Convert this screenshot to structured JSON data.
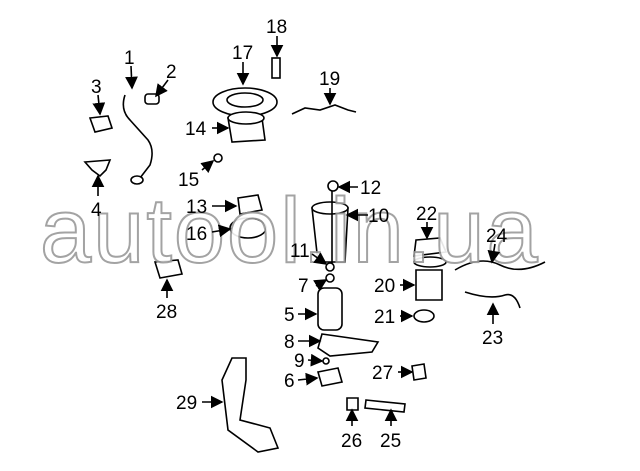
{
  "diagram": {
    "watermark": "autool.in.ua",
    "labels": {
      "n1": "1",
      "n2": "2",
      "n3": "3",
      "n4": "4",
      "n5": "5",
      "n6": "6",
      "n7": "7",
      "n8": "8",
      "n9": "9",
      "n10": "10",
      "n11": "11",
      "n12": "12",
      "n13": "13",
      "n14": "14",
      "n15": "15",
      "n16": "16",
      "n17": "17",
      "n18": "18",
      "n19": "19",
      "n20": "20",
      "n21": "21",
      "n22": "22",
      "n23": "23",
      "n24": "24",
      "n25": "25",
      "n26": "26",
      "n27": "27",
      "n28": "28",
      "n29": "29"
    }
  }
}
